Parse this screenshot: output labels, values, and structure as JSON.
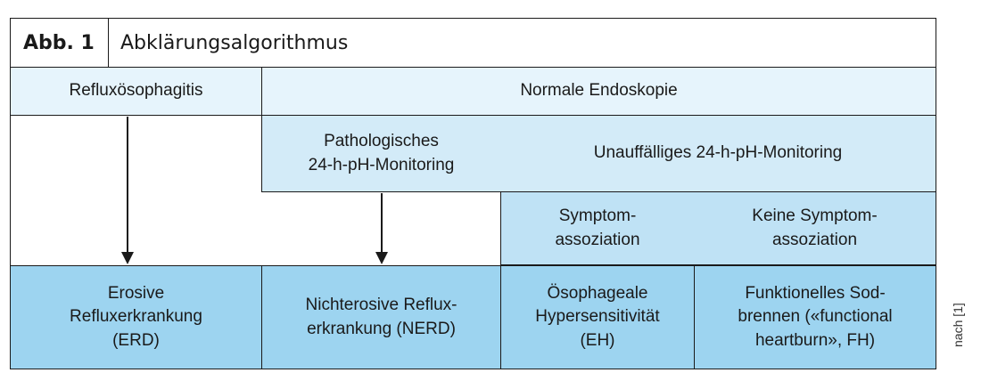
{
  "figure": {
    "number": "Abb. 1",
    "title": "Abklärungsalgorithmus",
    "source": "nach [1]"
  },
  "row1": {
    "left": "Refluxösophagitis",
    "right": "Normale Endoskopie"
  },
  "row2": {
    "pathological": "Pathologisches\n24-h-pH-Monitoring",
    "unremarkable": "Unauffälliges 24-h-pH-Monitoring"
  },
  "row3": {
    "symptom_assoc": "Symptom-\nassoziation",
    "no_symptom_assoc": "Keine Symptom-\nassoziation"
  },
  "outcomes": {
    "erd": "Erosive\nRefluxerkrankung\n(ERD)",
    "nerd": "Nichterosive Reflux-\nerkrankung (NERD)",
    "eh": "Ösophageale\nHypersensitivität\n(EH)",
    "fh": "Funktionelles Sod-\nbrennen («functional\nheartburn», FH)"
  }
}
